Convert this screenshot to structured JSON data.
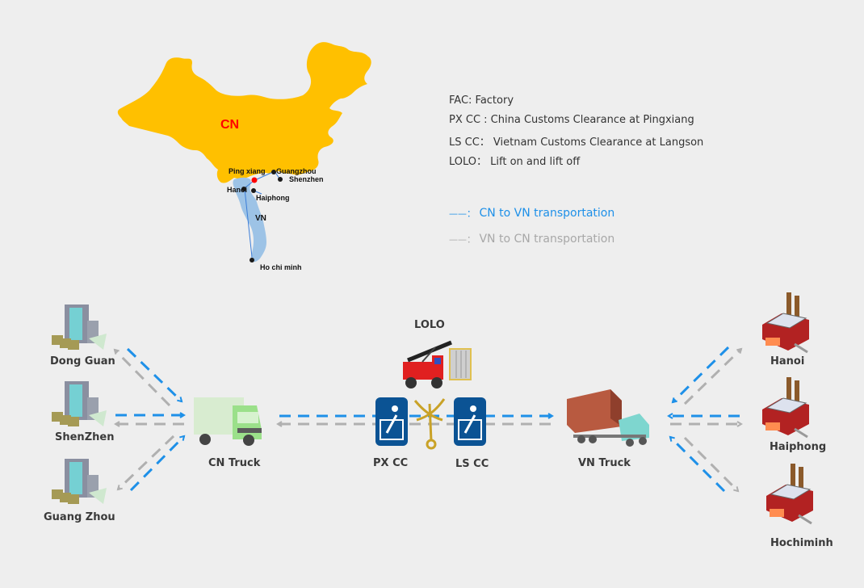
{
  "map": {
    "country_cn": "CN",
    "country_vn": "VN",
    "cities": {
      "pingxiang": "Ping xiang",
      "guangzhou": "Guangzhou",
      "shenzhen": "Shenzhen",
      "hanoi": "Hanoi",
      "haiphong": "Haiphong",
      "hochiminh": "Ho chi  minh"
    },
    "colors": {
      "cn_fill": "#ffc000",
      "vn_fill": "#9dc3e6",
      "cn_label": "#ff0000",
      "pingxiang_dot": "#ff0000"
    }
  },
  "legend": {
    "items": [
      "FAC: Factory",
      "PX CC : China Customs Clearance at Pingxiang",
      "LS CC： Vietnam Customs Clearance at Langson",
      "LOLO： Lift on and  lift off"
    ],
    "cn_to_vn": {
      "symbol": "——：",
      "label": "CN to VN transportation",
      "color": "#1e90e8"
    },
    "vn_to_cn": {
      "symbol": "——：",
      "label": "VN to CN transportation",
      "color": "#a8a8a8"
    }
  },
  "flow": {
    "cn_factories": [
      "Dong Guan",
      "ShenZhen",
      "Guang Zhou"
    ],
    "cn_truck": "CN Truck",
    "lolo": "LOLO",
    "px_cc": "PX CC",
    "ls_cc": "LS CC",
    "vn_truck": "VN Truck",
    "vn_factories": [
      "Hanoi",
      "Haiphong",
      "Hochiminh"
    ],
    "colors": {
      "cn_to_vn": "#1e90e8",
      "vn_to_cn": "#b0b0b0",
      "customs_blue": "#0b5394"
    }
  }
}
